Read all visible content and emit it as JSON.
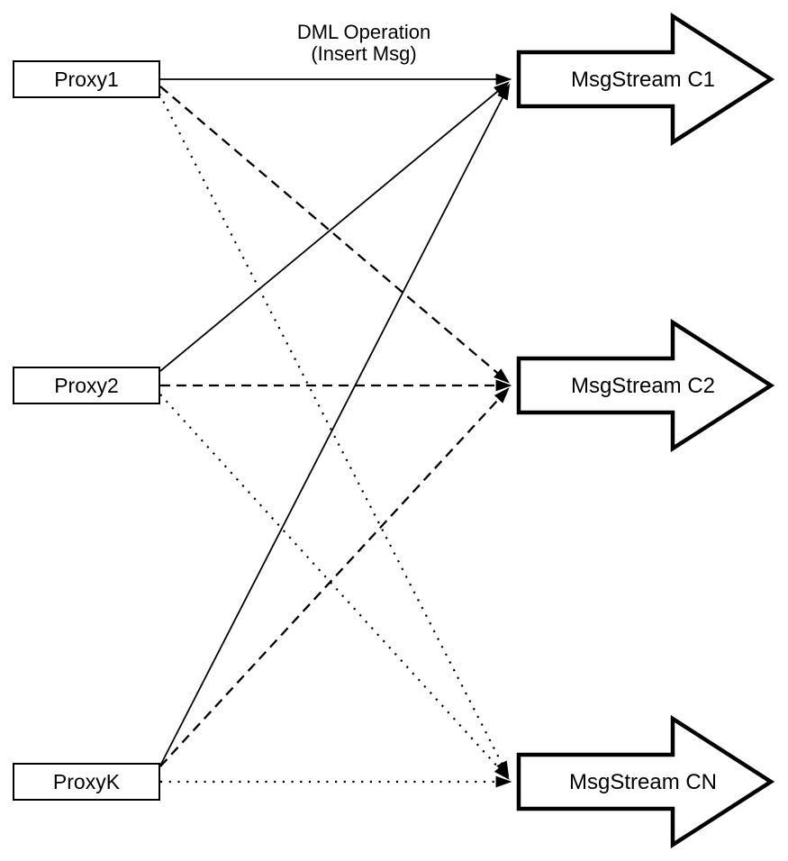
{
  "diagram": {
    "annotation": {
      "line1": "DML Operation",
      "line2": "(Insert Msg)"
    },
    "proxies": [
      {
        "label": "Proxy1"
      },
      {
        "label": "Proxy2"
      },
      {
        "label": "ProxyK"
      }
    ],
    "streams": [
      {
        "label": "MsgStream C1",
        "incoming_line_style": "solid"
      },
      {
        "label": "MsgStream C2",
        "incoming_line_style": "dashed"
      },
      {
        "label": "MsgStream CN",
        "incoming_line_style": "dotted"
      }
    ],
    "edges": [
      {
        "from": "Proxy1",
        "to": "MsgStream C1",
        "style": "solid"
      },
      {
        "from": "Proxy2",
        "to": "MsgStream C1",
        "style": "solid"
      },
      {
        "from": "ProxyK",
        "to": "MsgStream C1",
        "style": "solid"
      },
      {
        "from": "Proxy1",
        "to": "MsgStream C2",
        "style": "dashed"
      },
      {
        "from": "Proxy2",
        "to": "MsgStream C2",
        "style": "dashed"
      },
      {
        "from": "ProxyK",
        "to": "MsgStream C2",
        "style": "dashed"
      },
      {
        "from": "Proxy1",
        "to": "MsgStream CN",
        "style": "dotted"
      },
      {
        "from": "Proxy2",
        "to": "MsgStream CN",
        "style": "dotted"
      },
      {
        "from": "ProxyK",
        "to": "MsgStream CN",
        "style": "dotted"
      }
    ],
    "colors": {
      "stroke": "#000000",
      "background": "#ffffff"
    }
  }
}
